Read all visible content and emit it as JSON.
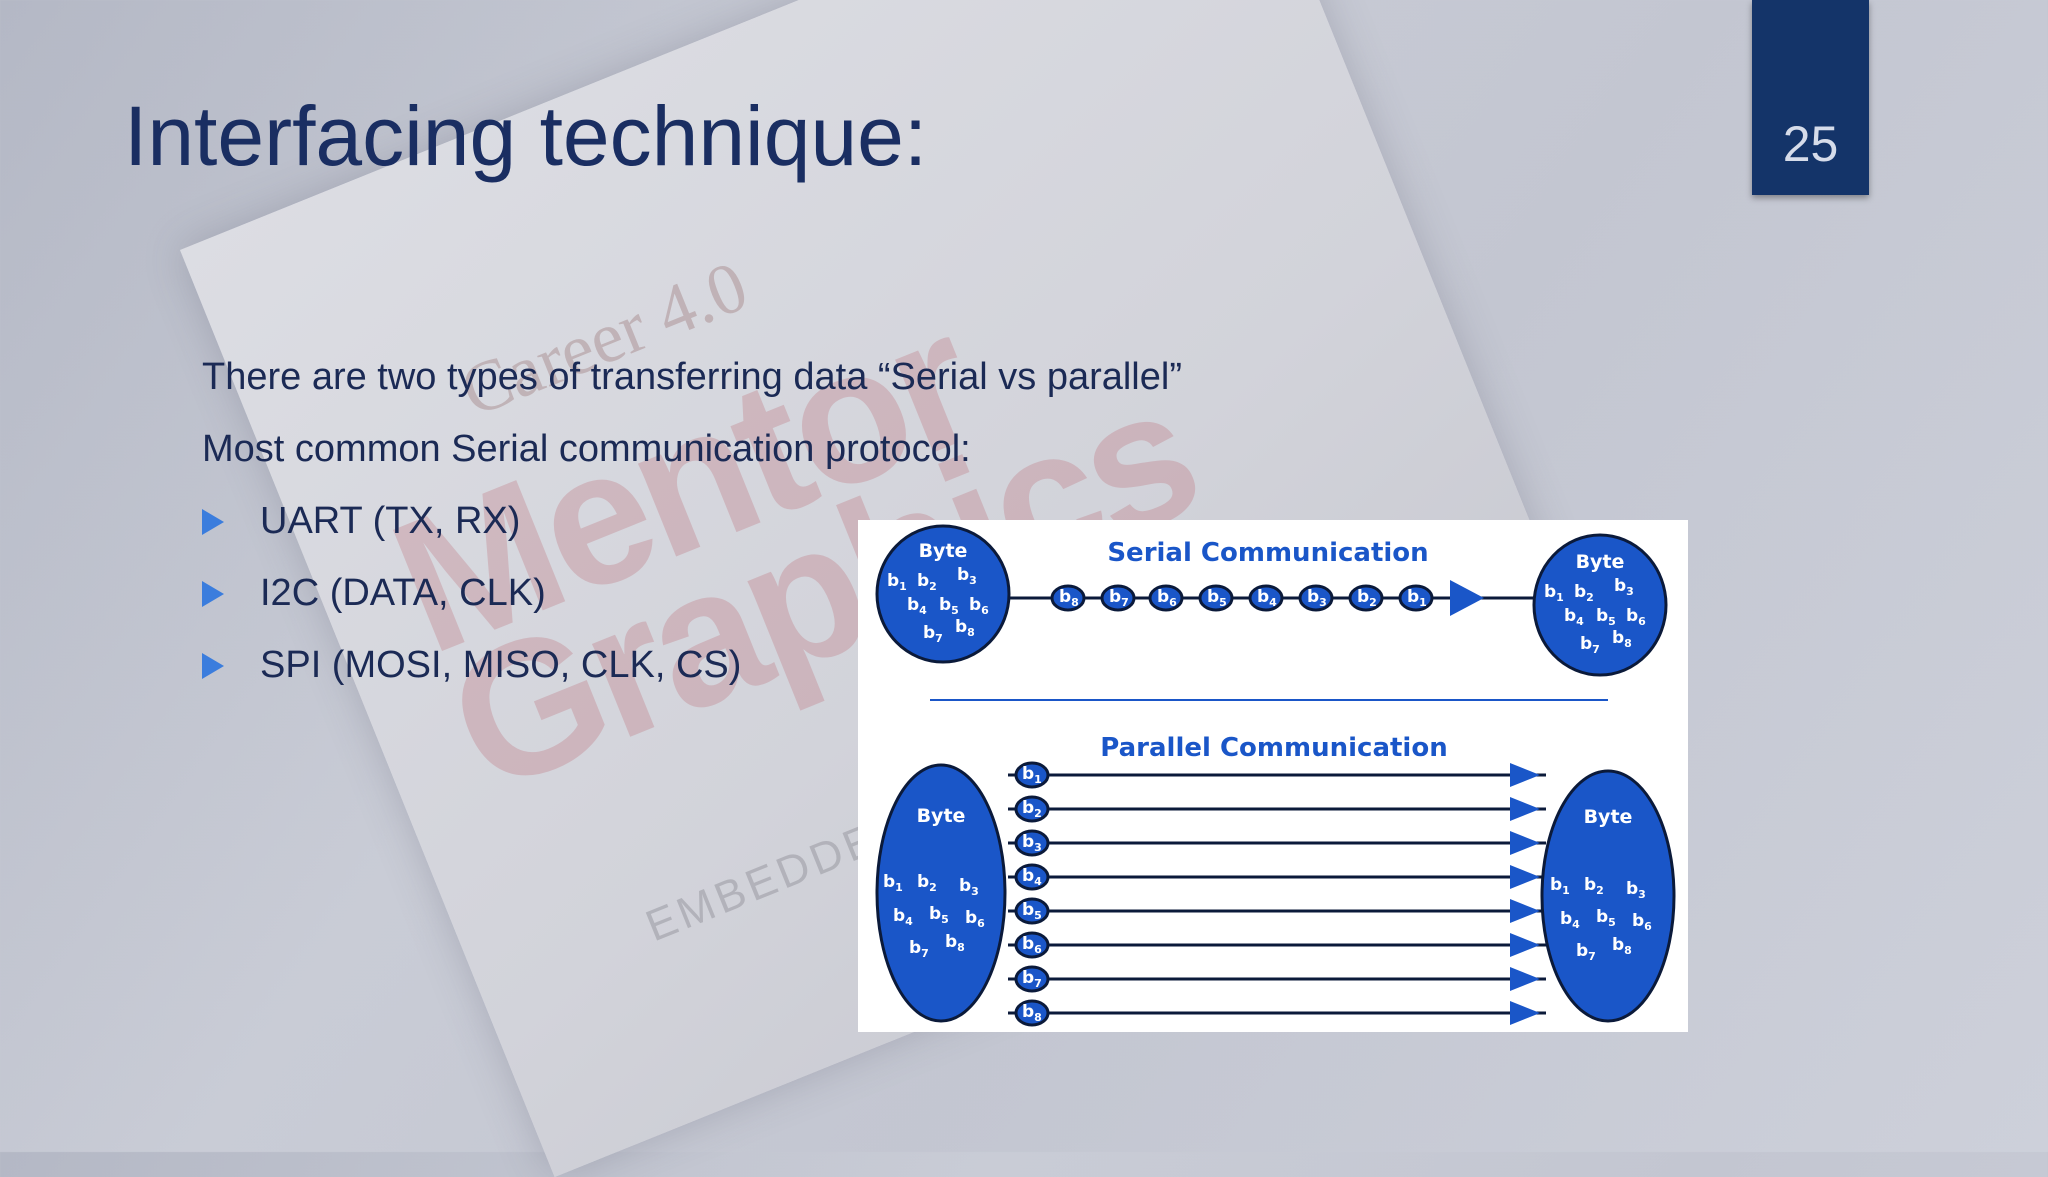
{
  "slide": {
    "title": "Interfacing technique:",
    "page_number": "25"
  },
  "body": {
    "line1": "There are two types of transferring data “Serial vs parallel”",
    "line2": "Most common Serial communication protocol:",
    "bullets": [
      "UART  (TX, RX)",
      "I2C  (DATA, CLK)",
      "SPI (MOSI, MISO, CLK, CS)"
    ]
  },
  "background": {
    "watermark_career": "Career",
    "watermark_version": "4.0",
    "watermark_brand_1": "Mentor",
    "watermark_brand_2": "Graphics",
    "watermark_embedded": "EMBEDDED SYSTEMS"
  },
  "diagram": {
    "serial_title": "Serial Communication",
    "parallel_title": "Parallel Communication",
    "byte_label": "Byte",
    "bit_prefix": "b",
    "bit_indices": [
      "1",
      "2",
      "3",
      "4",
      "5",
      "6",
      "7",
      "8"
    ],
    "serial_sequence": [
      "8",
      "7",
      "6",
      "5",
      "4",
      "3",
      "2",
      "1"
    ],
    "colors": {
      "blue": "#1a56c8",
      "dark": "#0b1a3a"
    }
  }
}
